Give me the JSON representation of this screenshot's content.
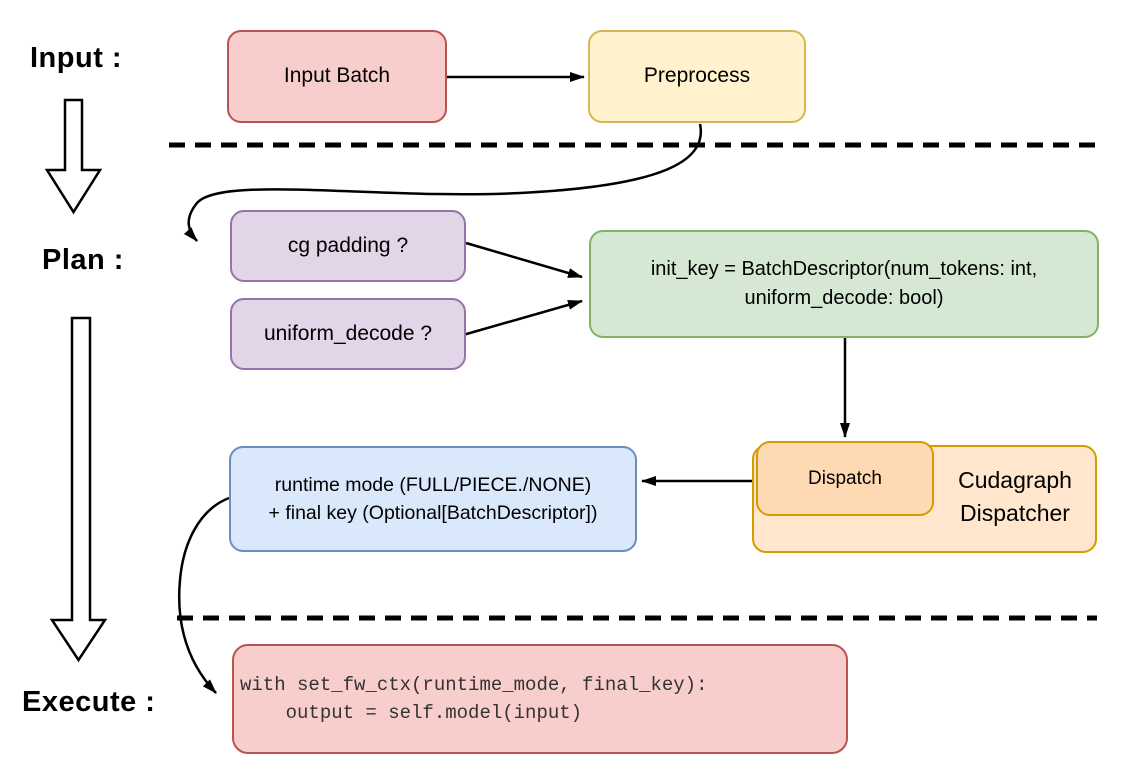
{
  "sections": {
    "input_label": "Input :",
    "plan_label": "Plan :",
    "execute_label": "Execute :"
  },
  "nodes": {
    "input_batch": {
      "label": "Input Batch"
    },
    "preprocess": {
      "label": "Preprocess"
    },
    "cg_padding": {
      "label": "cg padding ?"
    },
    "uniform_decode": {
      "label": "uniform_decode ?"
    },
    "init_key": {
      "line1": "init_key = BatchDescriptor(num_tokens: int,",
      "line2": "uniform_decode: bool)"
    },
    "runtime_mode": {
      "line1": "runtime mode (FULL/PIECE./NONE)",
      "line2": "+ final key (Optional[BatchDescriptor])"
    },
    "dispatch": {
      "label": "Dispatch"
    },
    "cudagraph_dispatcher": {
      "label": "Cudagraph Dispatcher"
    },
    "execute_code": {
      "line1": "with set_fw_ctx(runtime_mode, final_key):",
      "line2": "    output = self.model(input)"
    }
  },
  "colors": {
    "red_fill": "#f8cecc",
    "red_stroke": "#b85450",
    "yellow_fill": "#fff2cc",
    "yellow_stroke": "#d6b656",
    "purple_fill": "#e1d5e7",
    "purple_stroke": "#9673a6",
    "green_fill": "#d5e8d4",
    "green_stroke": "#82b366",
    "orange_fill": "#ffe6cc",
    "orange_stroke": "#d79b00",
    "peach_fill": "#ffd9b3",
    "blue_fill": "#dae8fc",
    "blue_stroke": "#6c8ebf",
    "connector": "#000000"
  }
}
